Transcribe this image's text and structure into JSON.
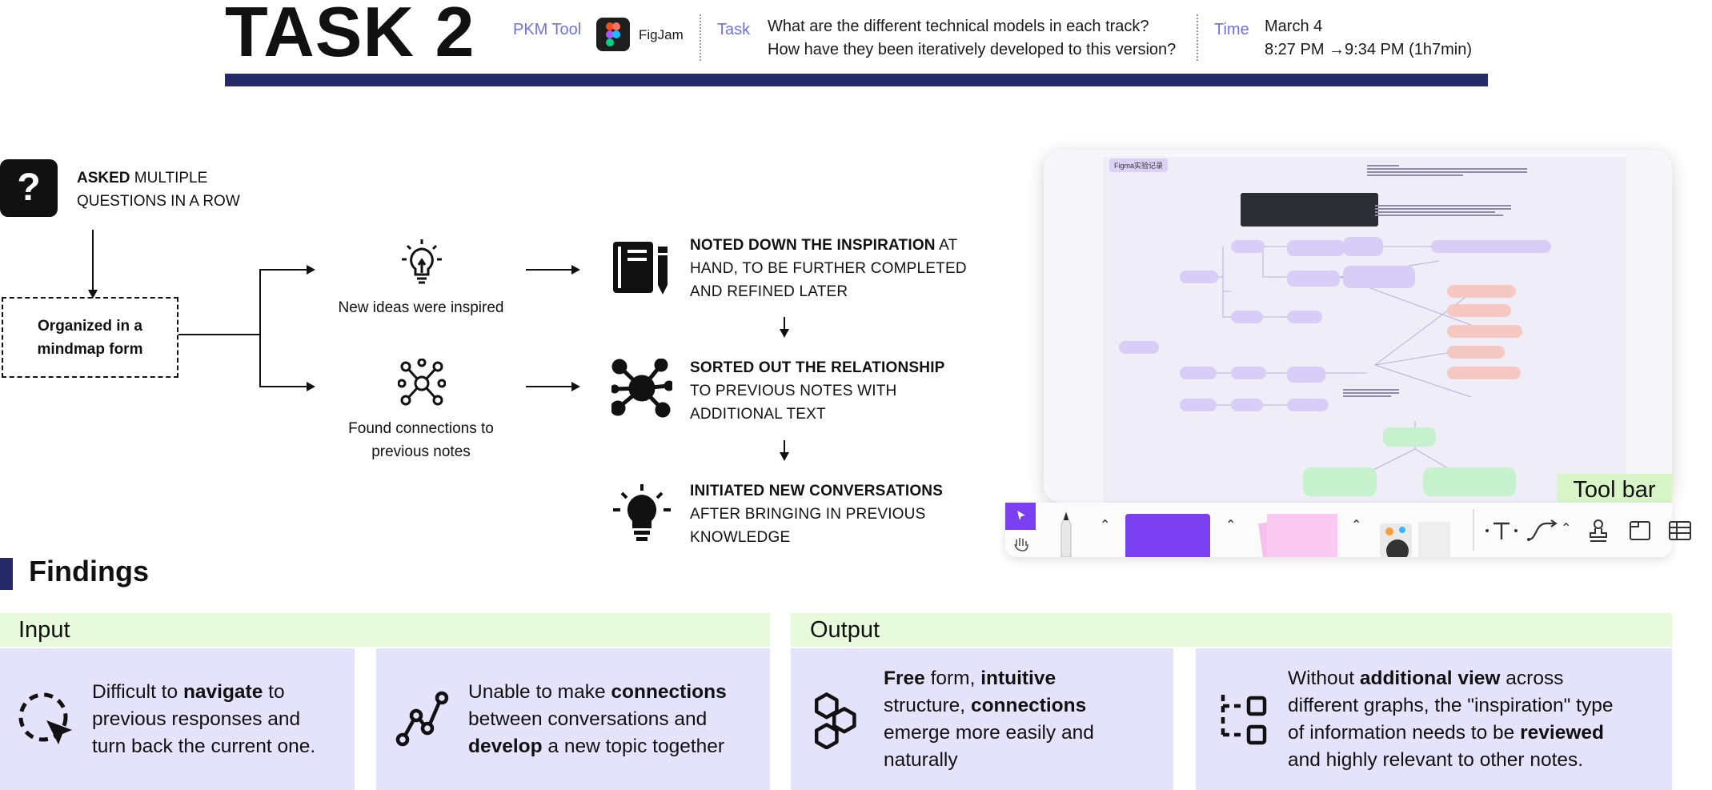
{
  "header": {
    "title": "TASK 2",
    "pkm_label": "PKM Tool",
    "tool_name": "FigJam",
    "task_label": "Task",
    "task_line1": "What are the different technical models in each track?",
    "task_line2": "How have they been iteratively developed to this version?",
    "time_label": "Time",
    "time_date": "March 4",
    "time_range": "8:27 PM →9:34 PM (1h7min)",
    "accent_color": "#262a69"
  },
  "flow": {
    "asked_bold": "ASKED",
    "asked_rest": " MULTIPLE",
    "asked_line2": "QUESTIONS IN A ROW",
    "mindmap_line1": "Organized in a",
    "mindmap_line2": "mindmap form",
    "ideas_label": "New ideas were inspired",
    "connections_line1": "Found connections to",
    "connections_line2": "previous notes",
    "step1_bold": "NOTED DOWN THE INSPIRATION",
    "step1_rest": " AT",
    "step1_line2": "HAND, TO BE FURTHER COMPLETED",
    "step1_line3": "AND REFINED LATER",
    "step2_bold": "SORTED OUT THE RELATIONSHIP",
    "step2_line2": "TO PREVIOUS NOTES WITH",
    "step2_line3": "ADDITIONAL TEXT",
    "step3_bold": "INITIATED NEW CONVERSATIONS",
    "step3_line2": "AFTER BRINGING IN PREVIOUS",
    "step3_line3": "KNOWLEDGE"
  },
  "screenshot": {
    "canvas_tag": "Figma实验记录",
    "toolbar_label": "Tool bar",
    "toolbar_accent": "#7b3ff2"
  },
  "findings": {
    "title": "Findings",
    "input_label": "Input",
    "output_label": "Output",
    "card1": {
      "a": "Difficult to ",
      "b": "navigate",
      "c": " to",
      "line2": "previous responses and",
      "line3": "turn back the current one."
    },
    "card2": {
      "a": "Unable to make ",
      "b": "connections",
      "line2": "between conversations and",
      "b2": "develop",
      "c2": " a new topic together"
    },
    "card3": {
      "b": "Free",
      "a": " form, ",
      "b2": "intuitive",
      "line2a": "structure, ",
      "b3": "connections",
      "line3": "emerge more easily and",
      "line4": "naturally"
    },
    "card4": {
      "a": "Without ",
      "b": "additional view",
      "c": " across",
      "line2": "different graphs, the \"inspiration\" type",
      "line3a": "of information needs to be ",
      "b2": "reviewed",
      "line4": "and highly relevant to other notes."
    }
  }
}
